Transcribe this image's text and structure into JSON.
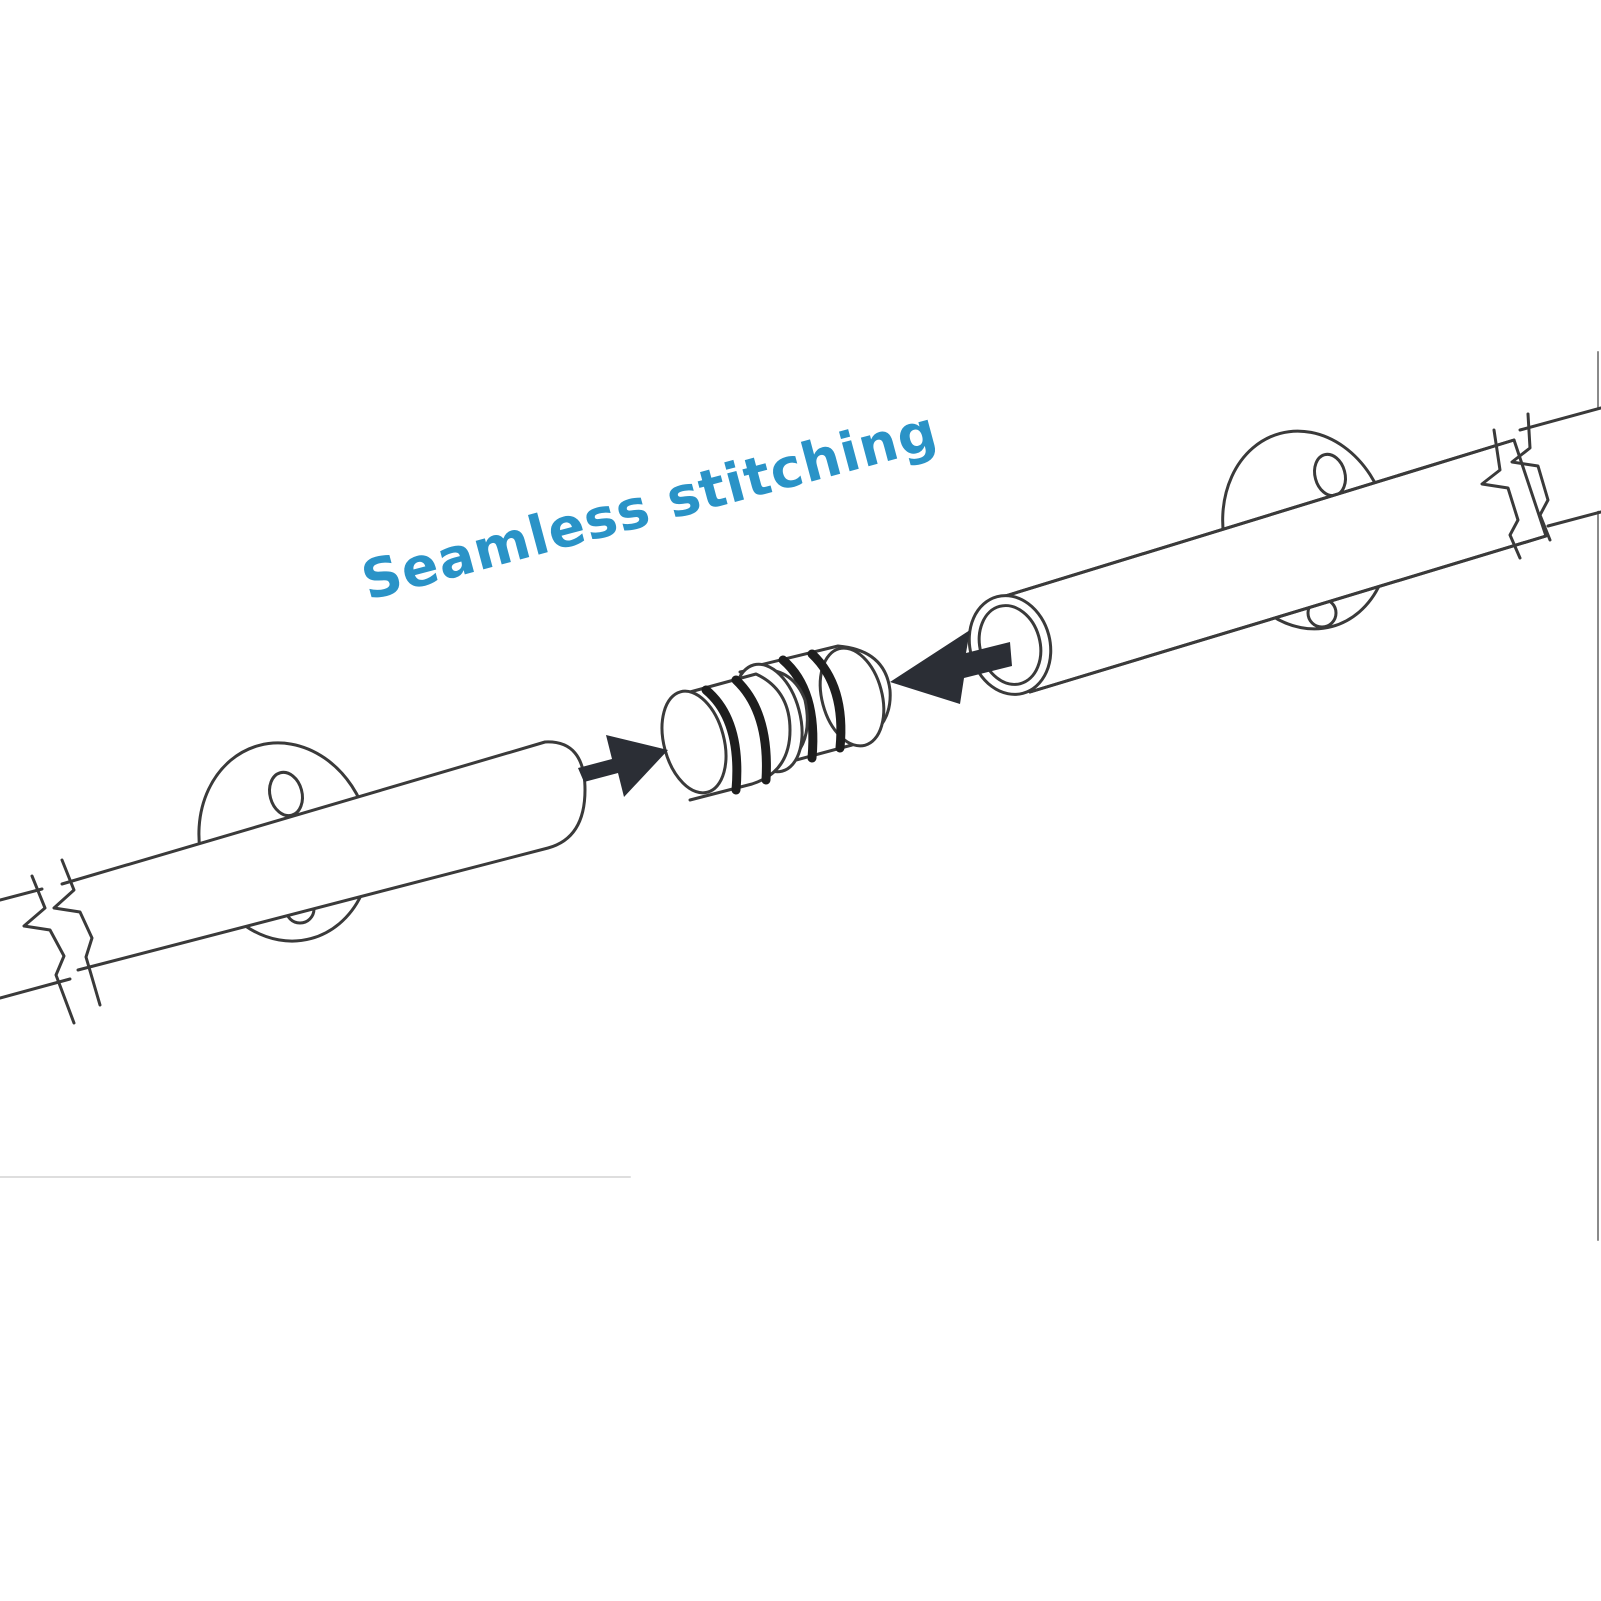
{
  "caption": {
    "text": "Seamless stitching",
    "color": "#2a93c7"
  },
  "colors": {
    "line": "#3a3a3a",
    "arrow": "#2b2e35",
    "ring": "#1e1e1e",
    "fill": "#ffffff"
  },
  "parts": {
    "left_rail": "tube-with-wall-bracket",
    "right_rail": "tube-with-wall-bracket",
    "connector": "ringed-connector-plug",
    "arrows": [
      "arrow-right-icon",
      "arrow-left-icon"
    ]
  }
}
